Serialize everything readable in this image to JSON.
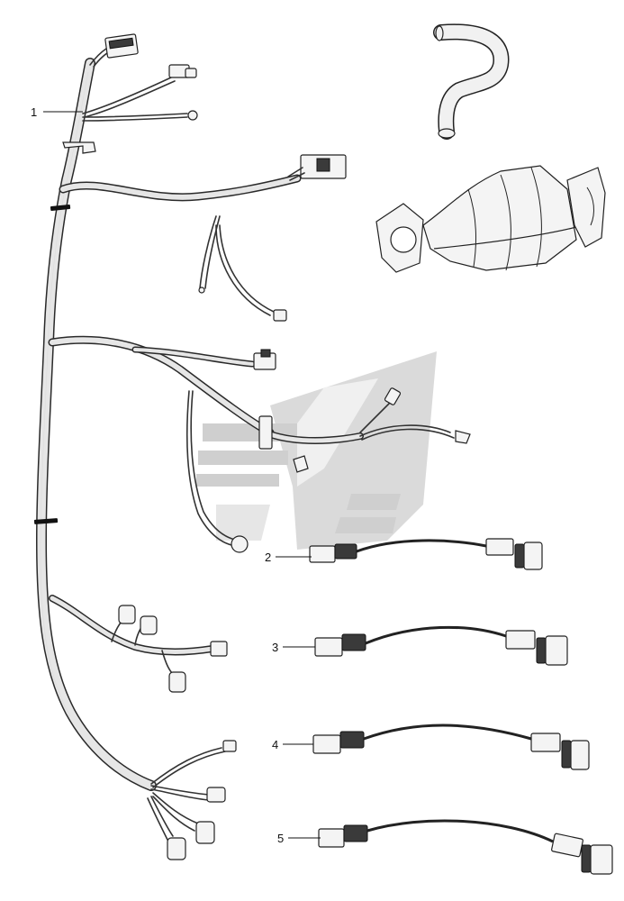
{
  "diagram": {
    "callouts": [
      {
        "id": "1",
        "label": "1",
        "part": "engine-wiring-harness"
      },
      {
        "id": "2",
        "label": "2",
        "part": "oxygen-sensor"
      },
      {
        "id": "3",
        "label": "3",
        "part": "oxygen-sensor"
      },
      {
        "id": "4",
        "label": "4",
        "part": "oxygen-sensor"
      },
      {
        "id": "5",
        "label": "5",
        "part": "oxygen-sensor"
      }
    ],
    "watermark": "logo-watermark",
    "colors": {
      "line": "#222222",
      "watermark": "#c9c9c9",
      "background": "#ffffff"
    }
  }
}
